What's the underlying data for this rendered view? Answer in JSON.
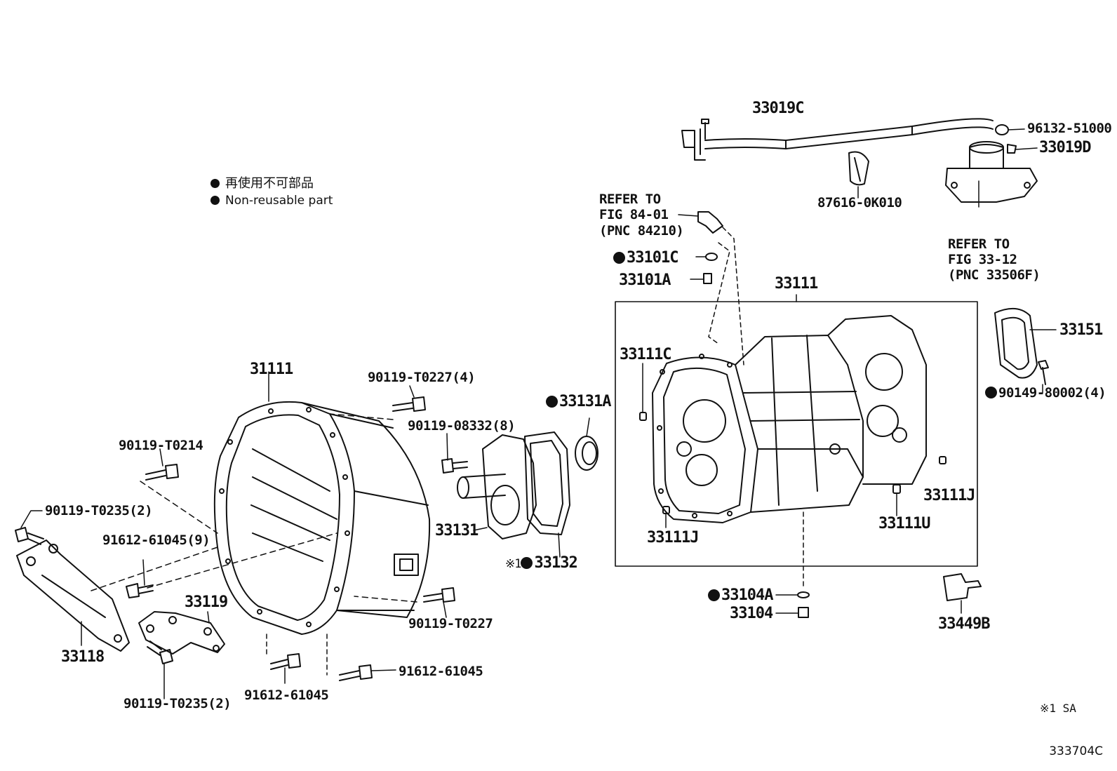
{
  "legend": {
    "japanese": "再使用不可部品",
    "english": "Non-reusable part"
  },
  "parts": {
    "p33019C": "33019C",
    "p96132_51000": "96132-51000",
    "p33019D": "33019D",
    "p87616_0K010": "87616-0K010",
    "p33101C": "33101C",
    "p33101A": "33101A",
    "p33111": "33111",
    "p33151": "33151",
    "p33111C": "33111C",
    "p90149_80002_4": "90149-80002(4)",
    "p33111J_a": "33111J",
    "p33111J_b": "33111J",
    "p33111U": "33111U",
    "p33104A": "33104A",
    "p33104": "33104",
    "p33449B": "33449B",
    "p31111": "31111",
    "p90119_T0227_4": "90119-T0227(4)",
    "p90119_08332_8": "90119-08332(8)",
    "p33131A": "33131A",
    "p90119_T0214": "90119-T0214",
    "p90119_T0235_2_a": "90119-T0235(2)",
    "p91612_61045_9": "91612-61045(9)",
    "p33131": "33131",
    "p33132": "33132",
    "p33132_prefix": "※1",
    "p90119_T0227": "90119-T0227",
    "p33119": "33119",
    "p33118": "33118",
    "p91612_61045_a": "91612-61045",
    "p91612_61045_b": "91612-61045",
    "p90119_T0235_2_b": "90119-T0235(2)"
  },
  "refer_a": {
    "line1": "REFER TO",
    "line2": "FIG 84-01",
    "line3": "(PNC 84210)"
  },
  "refer_b": {
    "line1": "REFER TO",
    "line2": "FIG 33-12",
    "line3": "(PNC 33506F)"
  },
  "footnote": "※1 SA",
  "figure_id": "333704C"
}
